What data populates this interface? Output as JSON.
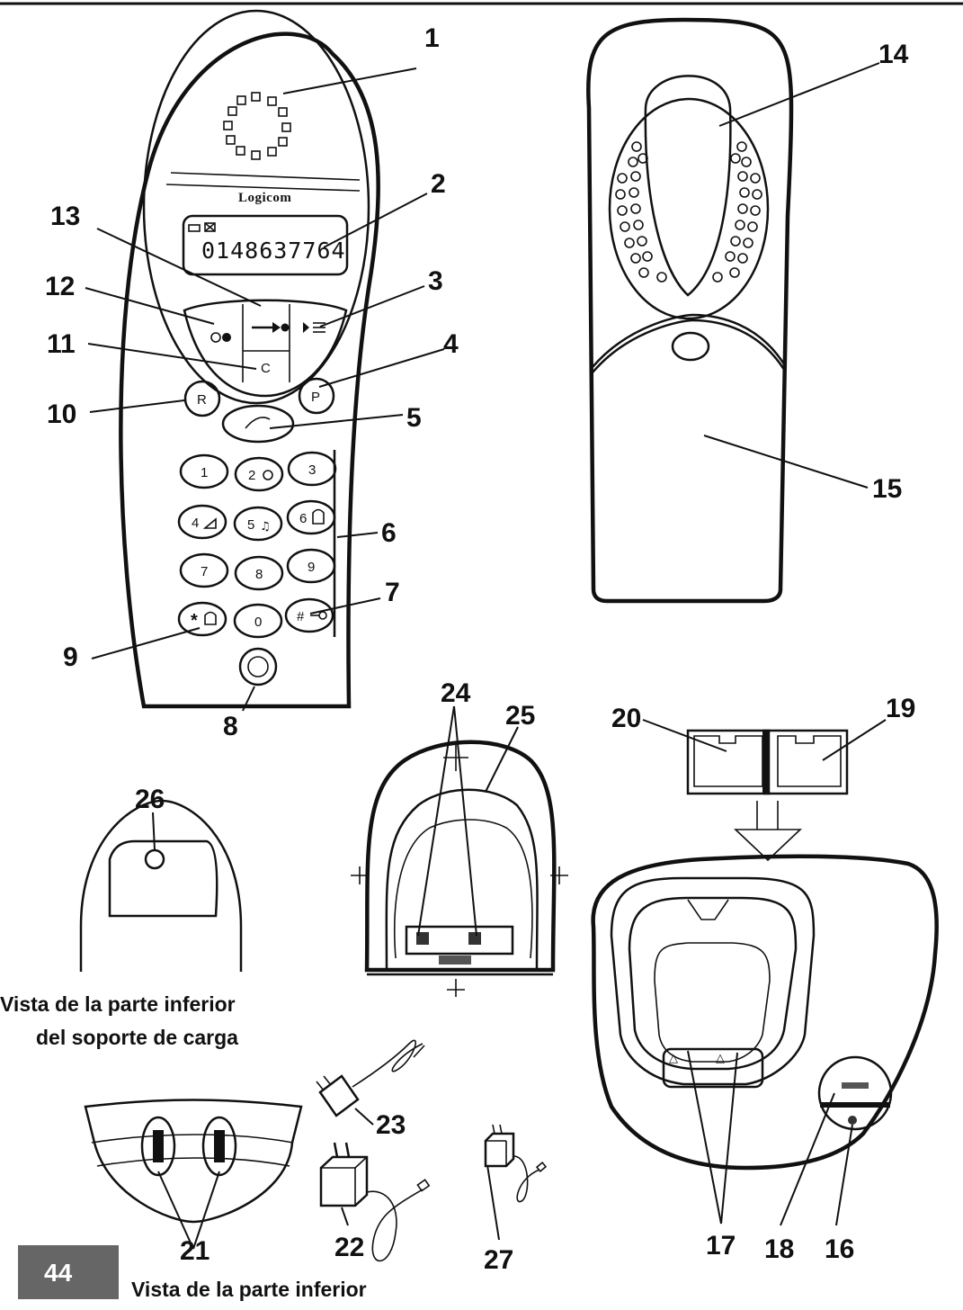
{
  "brand": "Logicom",
  "lcd_number": "0148637764",
  "page_number": "44",
  "captions": {
    "bottom_charger_line1": "Vista de la parte inferior",
    "bottom_charger_line2": "del soporte de carga",
    "bottom_base_line1": "Vista de la parte inferior"
  },
  "keys": {
    "r": "R",
    "p": "P",
    "c": "C",
    "k1": "1",
    "k2": "2",
    "k3": "3",
    "k4": "4",
    "k5": "5",
    "k6": "6",
    "k7": "7",
    "k8": "8",
    "k9": "9",
    "star": "*",
    "k0": "0",
    "hash": "#"
  },
  "callouts": {
    "c1": "1",
    "c2": "2",
    "c3": "3",
    "c4": "4",
    "c5": "5",
    "c6": "6",
    "c7": "7",
    "c8": "8",
    "c9": "9",
    "c10": "10",
    "c11": "11",
    "c12": "12",
    "c13": "13",
    "c14": "14",
    "c15": "15",
    "c16": "16",
    "c17": "17",
    "c18": "18",
    "c19": "19",
    "c20": "20",
    "c21": "21",
    "c22": "22",
    "c23": "23",
    "c24": "24",
    "c25": "25",
    "c26": "26",
    "c27": "27"
  }
}
